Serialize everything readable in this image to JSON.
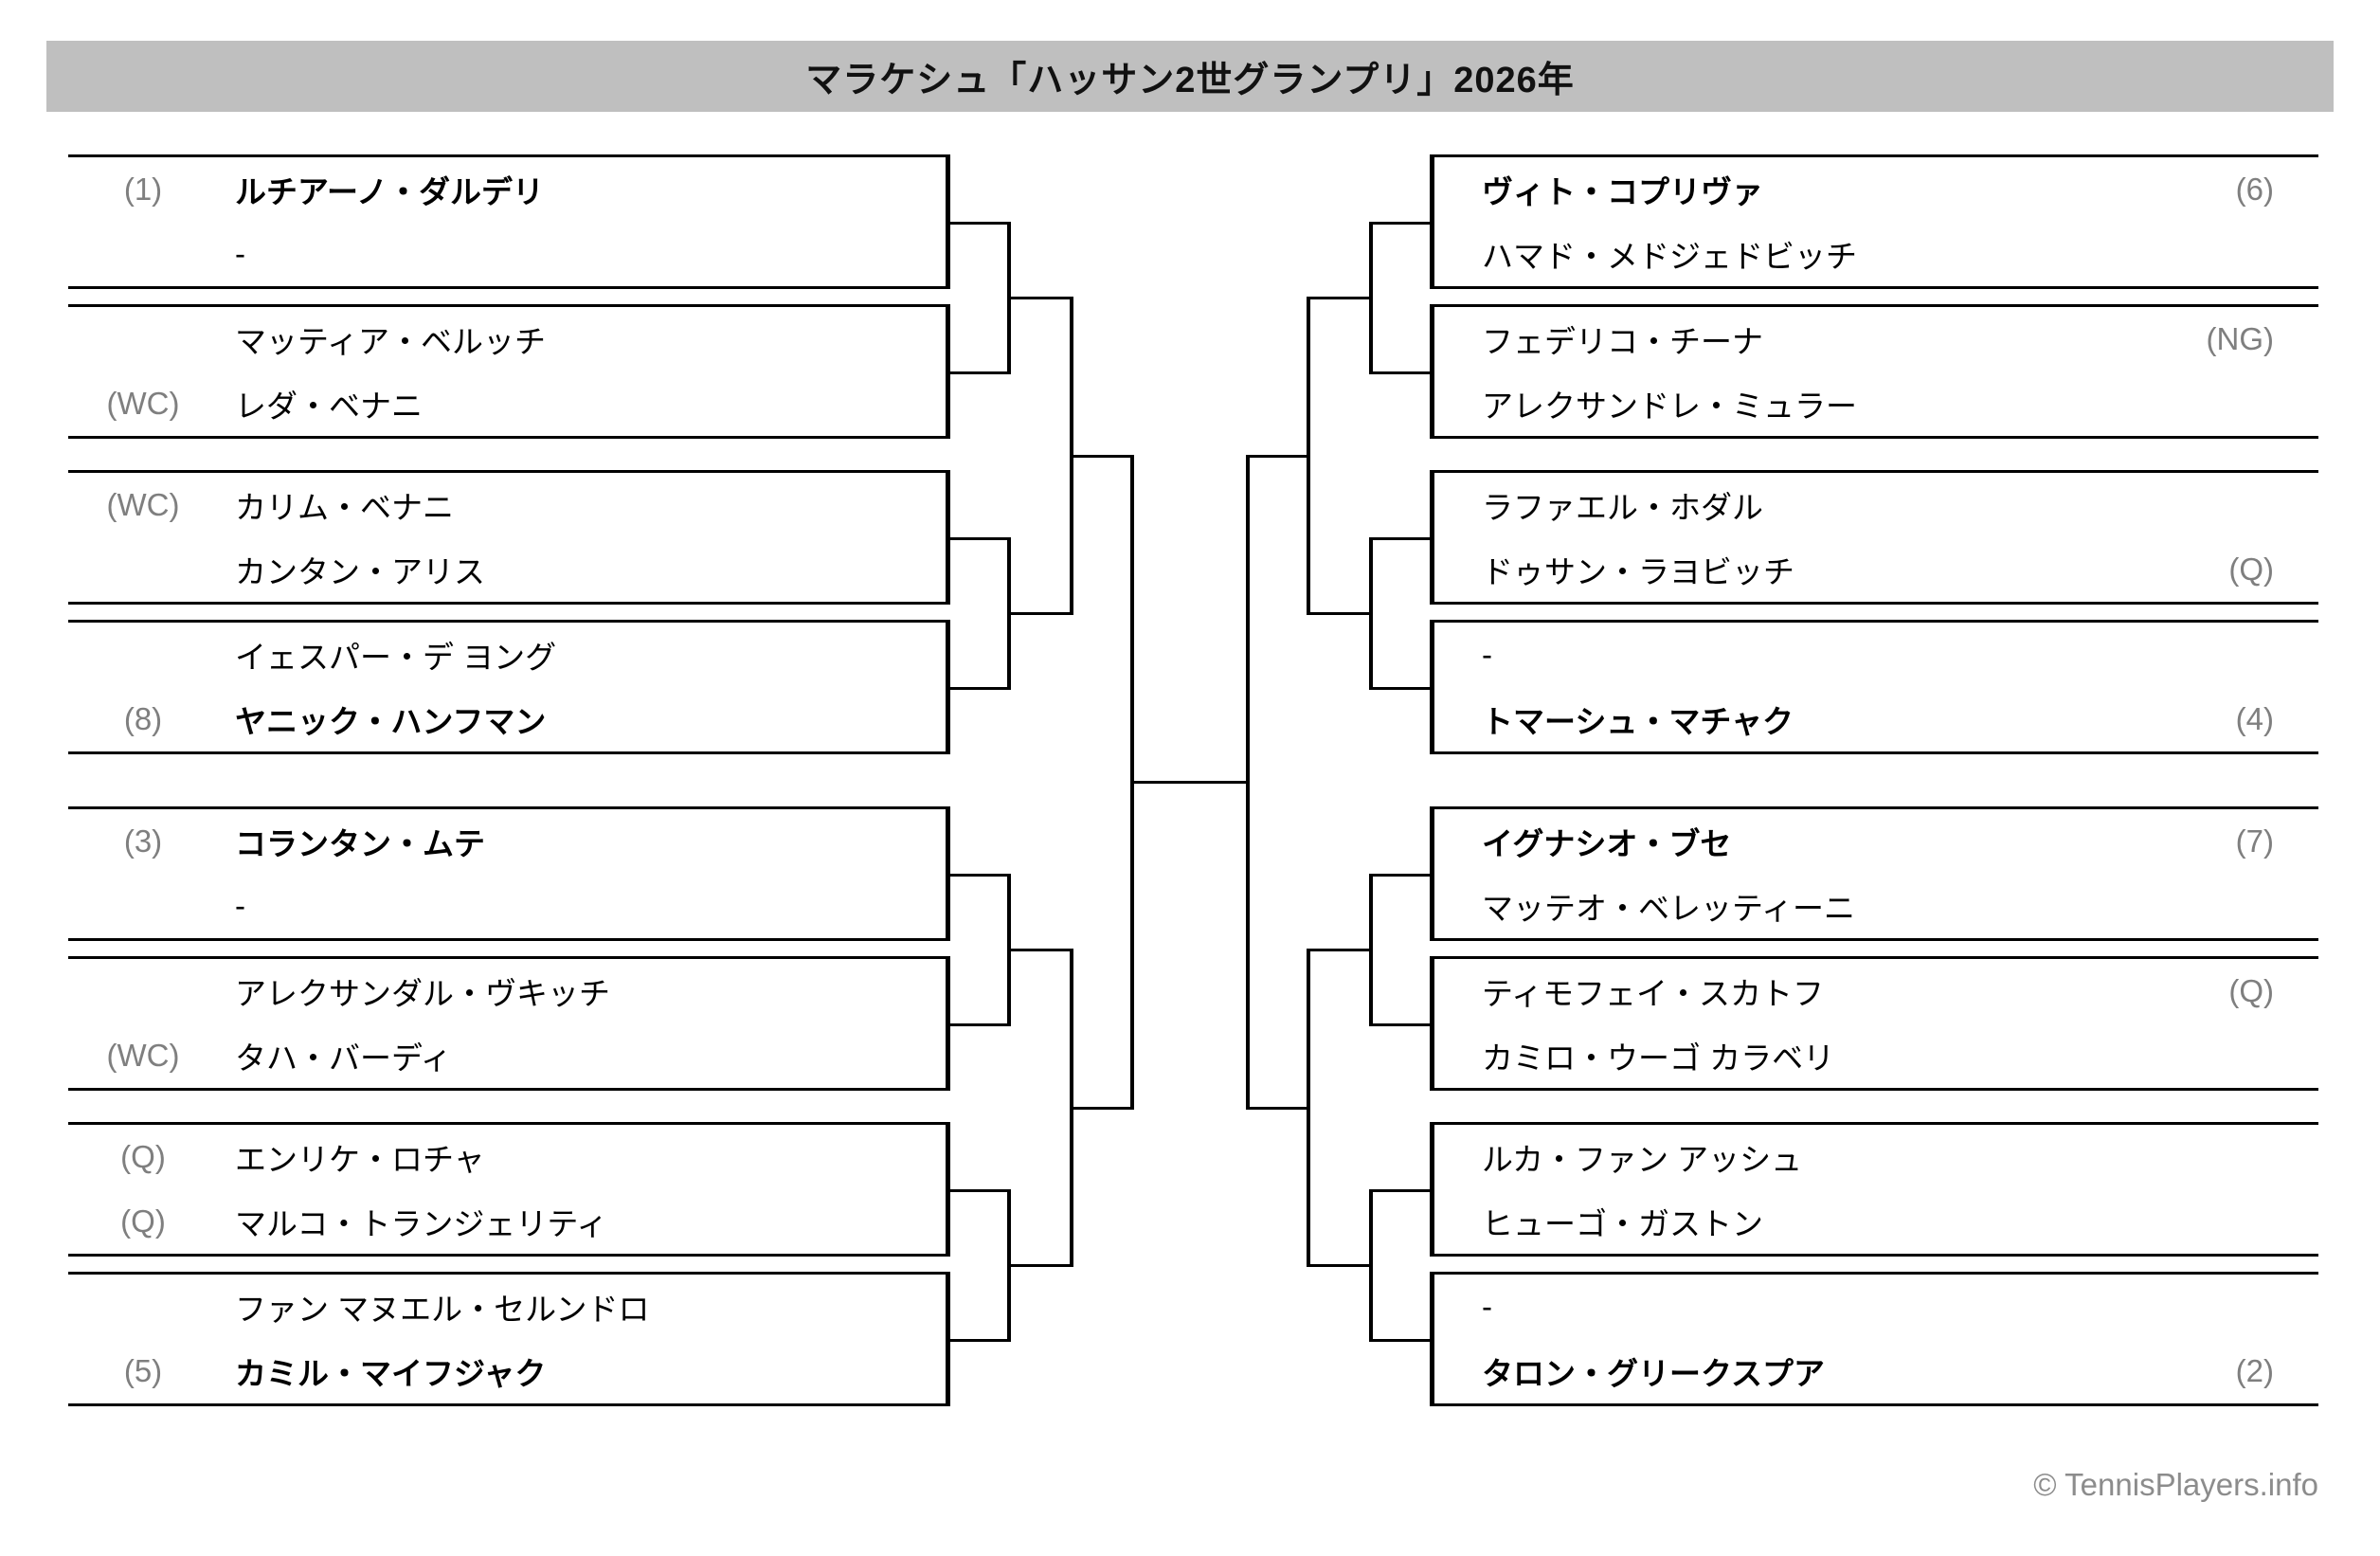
{
  "title": "マラケシュ「ハッサン2世グランプリ」2026年",
  "footer": "© TennisPlayers.info",
  "colors": {
    "header_bg": "#bfbfbf",
    "tag_gray": "#7f7f7f",
    "footer_gray": "#8c8c8c",
    "line": "#000000"
  },
  "draw": {
    "left": [
      {
        "top": {
          "tag": "(1)",
          "name": "ルチアーノ・ダルデリ",
          "seed": true
        },
        "bottom": {
          "tag": "",
          "name": "-",
          "seed": false
        }
      },
      {
        "top": {
          "tag": "",
          "name": "マッティア・ベルッチ",
          "seed": false
        },
        "bottom": {
          "tag": "(WC)",
          "name": "レダ・ベナニ",
          "seed": false
        }
      },
      {
        "top": {
          "tag": "(WC)",
          "name": "カリム・ベナニ",
          "seed": false
        },
        "bottom": {
          "tag": "",
          "name": "カンタン・アリス",
          "seed": false
        }
      },
      {
        "top": {
          "tag": "",
          "name": "イェスパー・デ ヨング",
          "seed": false
        },
        "bottom": {
          "tag": "(8)",
          "name": "ヤニック・ハンフマン",
          "seed": true
        }
      },
      {
        "top": {
          "tag": "(3)",
          "name": "コランタン・ムテ",
          "seed": true
        },
        "bottom": {
          "tag": "",
          "name": "-",
          "seed": false
        }
      },
      {
        "top": {
          "tag": "",
          "name": "アレクサンダル・ヴキッチ",
          "seed": false
        },
        "bottom": {
          "tag": "(WC)",
          "name": "タハ・バーディ",
          "seed": false
        }
      },
      {
        "top": {
          "tag": "(Q)",
          "name": "エンリケ・ロチャ",
          "seed": false
        },
        "bottom": {
          "tag": "(Q)",
          "name": "マルコ・トランジェリティ",
          "seed": false
        }
      },
      {
        "top": {
          "tag": "",
          "name": "ファン マヌエル・セルンドロ",
          "seed": false
        },
        "bottom": {
          "tag": "(5)",
          "name": "カミル・マイフジャク",
          "seed": true
        }
      }
    ],
    "right": [
      {
        "top": {
          "tag": "(6)",
          "name": "ヴィト・コプリヴァ",
          "seed": true
        },
        "bottom": {
          "tag": "",
          "name": "ハマド・メドジェドビッチ",
          "seed": false
        }
      },
      {
        "top": {
          "tag": "(NG)",
          "name": "フェデリコ・チーナ",
          "seed": false
        },
        "bottom": {
          "tag": "",
          "name": "アレクサンドレ・ミュラー",
          "seed": false
        }
      },
      {
        "top": {
          "tag": "",
          "name": "ラファエル・ホダル",
          "seed": false
        },
        "bottom": {
          "tag": "(Q)",
          "name": "ドゥサン・ラヨビッチ",
          "seed": false
        }
      },
      {
        "top": {
          "tag": "",
          "name": "-",
          "seed": false
        },
        "bottom": {
          "tag": "(4)",
          "name": "トマーシュ・マチャク",
          "seed": true
        }
      },
      {
        "top": {
          "tag": "(7)",
          "name": "イグナシオ・ブセ",
          "seed": true
        },
        "bottom": {
          "tag": "",
          "name": "マッテオ・ベレッティーニ",
          "seed": false
        }
      },
      {
        "top": {
          "tag": "(Q)",
          "name": "ティモフェイ・スカトフ",
          "seed": false
        },
        "bottom": {
          "tag": "",
          "name": "カミロ・ウーゴ カラベリ",
          "seed": false
        }
      },
      {
        "top": {
          "tag": "",
          "name": "ルカ・ファン アッシュ",
          "seed": false
        },
        "bottom": {
          "tag": "",
          "name": "ヒューゴ・ガストン",
          "seed": false
        }
      },
      {
        "top": {
          "tag": "",
          "name": "-",
          "seed": false
        },
        "bottom": {
          "tag": "(2)",
          "name": "タロン・グリークスプア",
          "seed": true
        }
      }
    ]
  }
}
